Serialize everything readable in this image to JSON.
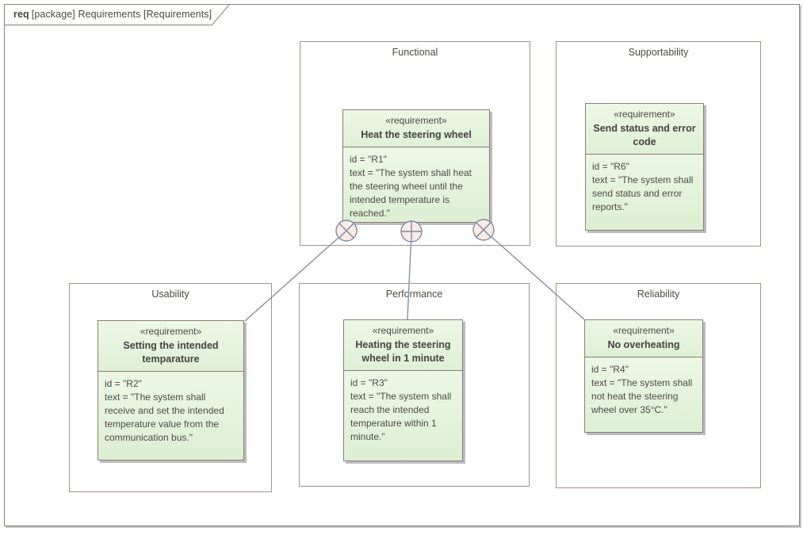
{
  "frame": {
    "keyword": "req",
    "title": "[package] Requirements [Requirements]"
  },
  "packages": [
    {
      "name": "Functional",
      "requirement": {
        "stereotype": "«requirement»",
        "name": "Heat the steering wheel",
        "id_line": "id = \"R1\"",
        "text_line": "text = \"The system shall heat the steering wheel until the intended temperature is reached.\""
      }
    },
    {
      "name": "Supportability",
      "requirement": {
        "stereotype": "«requirement»",
        "name": "Send status and error code",
        "id_line": "id = \"R6\"",
        "text_line": "text = \"The system shall send status and error reports.\""
      }
    },
    {
      "name": "Usability",
      "requirement": {
        "stereotype": "«requirement»",
        "name": "Setting the intended temparature",
        "id_line": "id = \"R2\"",
        "text_line": "text = \"The system shall receive and set the intended temperature value from the communication bus.\""
      }
    },
    {
      "name": "Performance",
      "requirement": {
        "stereotype": "«requirement»",
        "name": "Heating the steering wheel in 1 minute",
        "id_line": "id = \"R3\"",
        "text_line": "text = \"The system shall reach the intended temperature within 1 minute.\""
      }
    },
    {
      "name": "Reliability",
      "requirement": {
        "stereotype": "«requirement»",
        "name": "No overheating",
        "id_line": "id = \"R4\"",
        "text_line": "text = \"The system shall not heat the steering wheel over 35°C.\""
      }
    }
  ],
  "connectors": [
    {
      "from": "R1",
      "to": "R2",
      "end_symbol": "circle-cross"
    },
    {
      "from": "R1",
      "to": "R3",
      "end_symbol": "circle-plus"
    },
    {
      "from": "R1",
      "to": "R4",
      "end_symbol": "circle-cross"
    }
  ],
  "colors": {
    "frame_border": "#8f817c",
    "package_border": "#a5918e",
    "requirement_border": "#8c7d76",
    "requirement_fill_top": "#f4fbf0",
    "requirement_fill_bottom": "#dcefd2",
    "connector_line": "#7e88a5",
    "connector_node_fill": "#f9ece4",
    "shadow": "#bcbcbc",
    "text": "#4c4946"
  }
}
